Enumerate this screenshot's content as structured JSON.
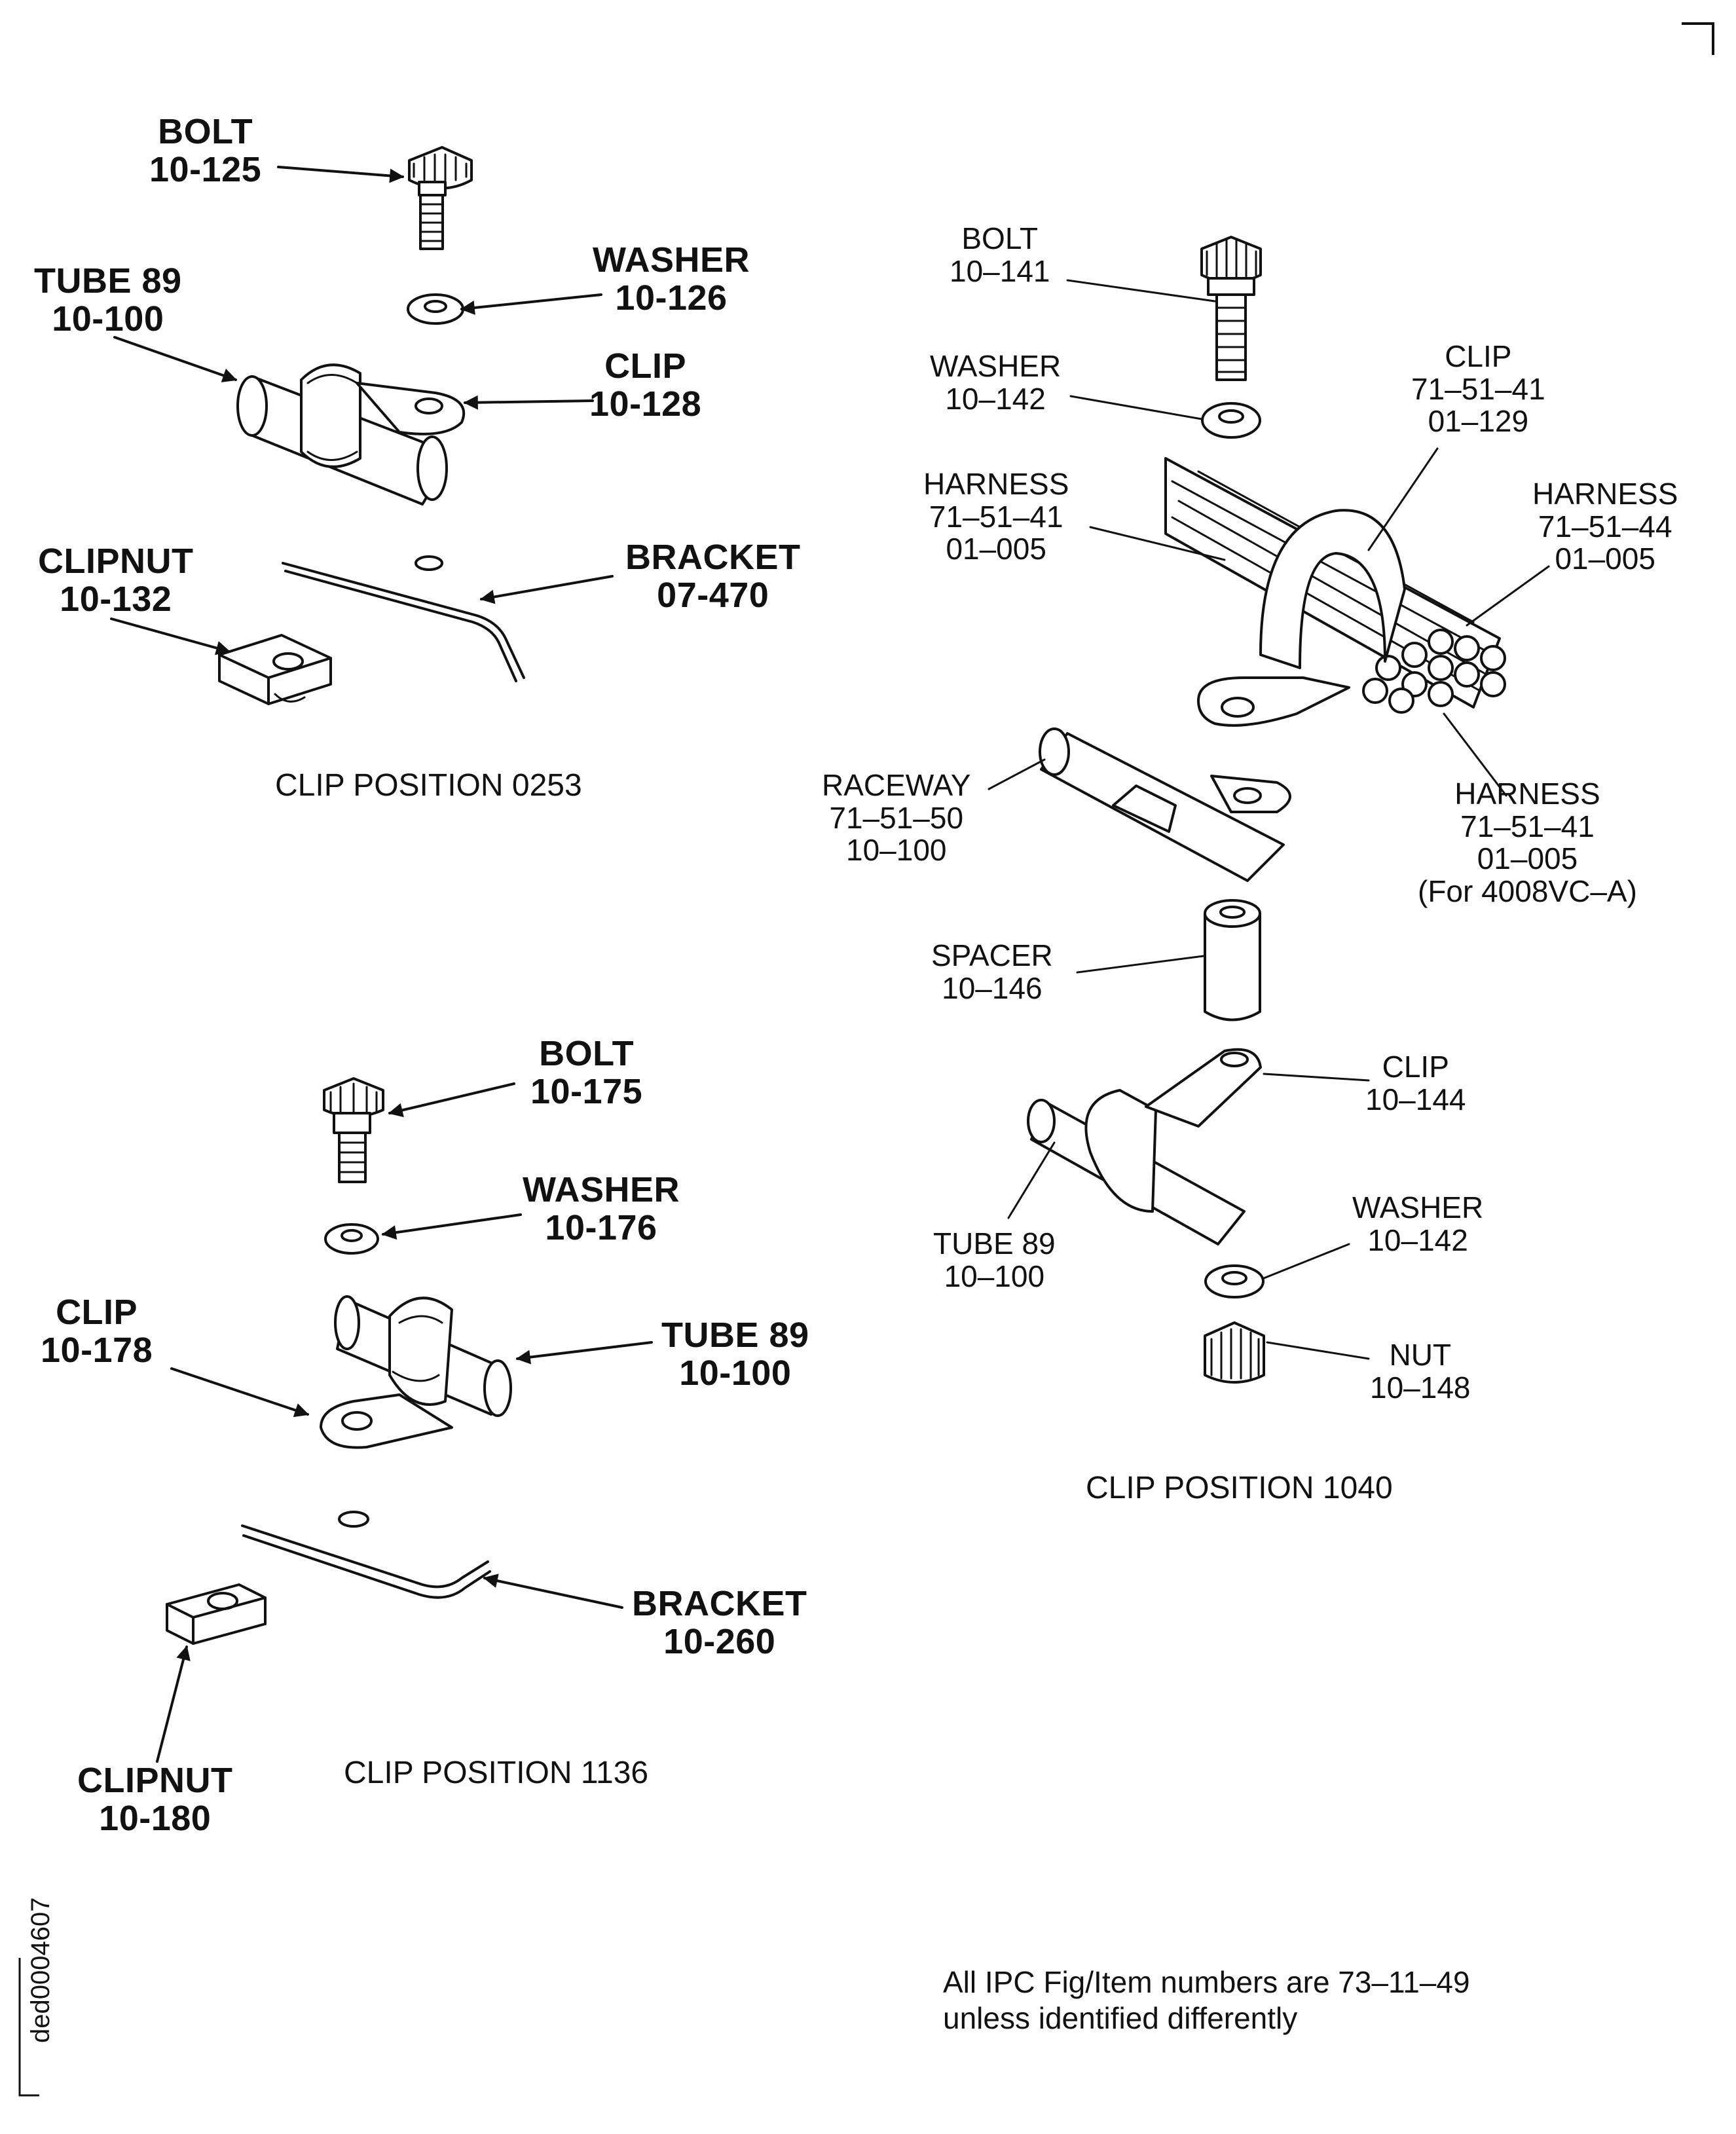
{
  "labels": {
    "p0253": {
      "bolt": {
        "name": "BOLT",
        "num": "10-125"
      },
      "washer": {
        "name": "WASHER",
        "num": "10-126"
      },
      "tube": {
        "name": "TUBE 89",
        "num": "10-100"
      },
      "clip": {
        "name": "CLIP",
        "num": "10-128"
      },
      "clipnut": {
        "name": "CLIPNUT",
        "num": "10-132"
      },
      "bracket": {
        "name": "BRACKET",
        "num": "07-470"
      }
    },
    "p1136": {
      "bolt": {
        "name": "BOLT",
        "num": "10-175"
      },
      "washer": {
        "name": "WASHER",
        "num": "10-176"
      },
      "clip": {
        "name": "CLIP",
        "num": "10-178"
      },
      "tube": {
        "name": "TUBE 89",
        "num": "10-100"
      },
      "bracket": {
        "name": "BRACKET",
        "num": "10-260"
      },
      "clipnut": {
        "name": "CLIPNUT",
        "num": "10-180"
      }
    },
    "p1040": {
      "bolt": {
        "name": "BOLT",
        "num": "10–141"
      },
      "washer_top": {
        "name": "WASHER",
        "num": "10–142"
      },
      "clip_top": {
        "name": "CLIP",
        "ref": "71–51–41",
        "num": "01–129"
      },
      "harness_left": {
        "name": "HARNESS",
        "ref": "71–51–41",
        "num": "01–005"
      },
      "harness_right": {
        "name": "HARNESS",
        "ref": "71–51–44",
        "num": "01–005"
      },
      "harness_bottom": {
        "name": "HARNESS",
        "ref": "71–51–41",
        "num": "01–005",
        "note": "(For 4008VC–A)"
      },
      "raceway": {
        "name": "RACEWAY",
        "ref": "71–51–50",
        "num": "10–100"
      },
      "spacer": {
        "name": "SPACER",
        "num": "10–146"
      },
      "clip_bottom": {
        "name": "CLIP",
        "num": "10–144"
      },
      "tube": {
        "name": "TUBE 89",
        "num": "10–100"
      },
      "washer_bottom": {
        "name": "WASHER",
        "num": "10–142"
      },
      "nut": {
        "name": "NUT",
        "num": "10–148"
      }
    }
  },
  "captions": {
    "p0253": "CLIP POSITION 0253",
    "p1040": "CLIP POSITION 1040",
    "p1136": "CLIP POSITION 1136"
  },
  "footnote": {
    "line1": "All IPC Fig/Item numbers are 73–11–49",
    "line2": "unless identified differently"
  },
  "doc_id": "ded0004607"
}
